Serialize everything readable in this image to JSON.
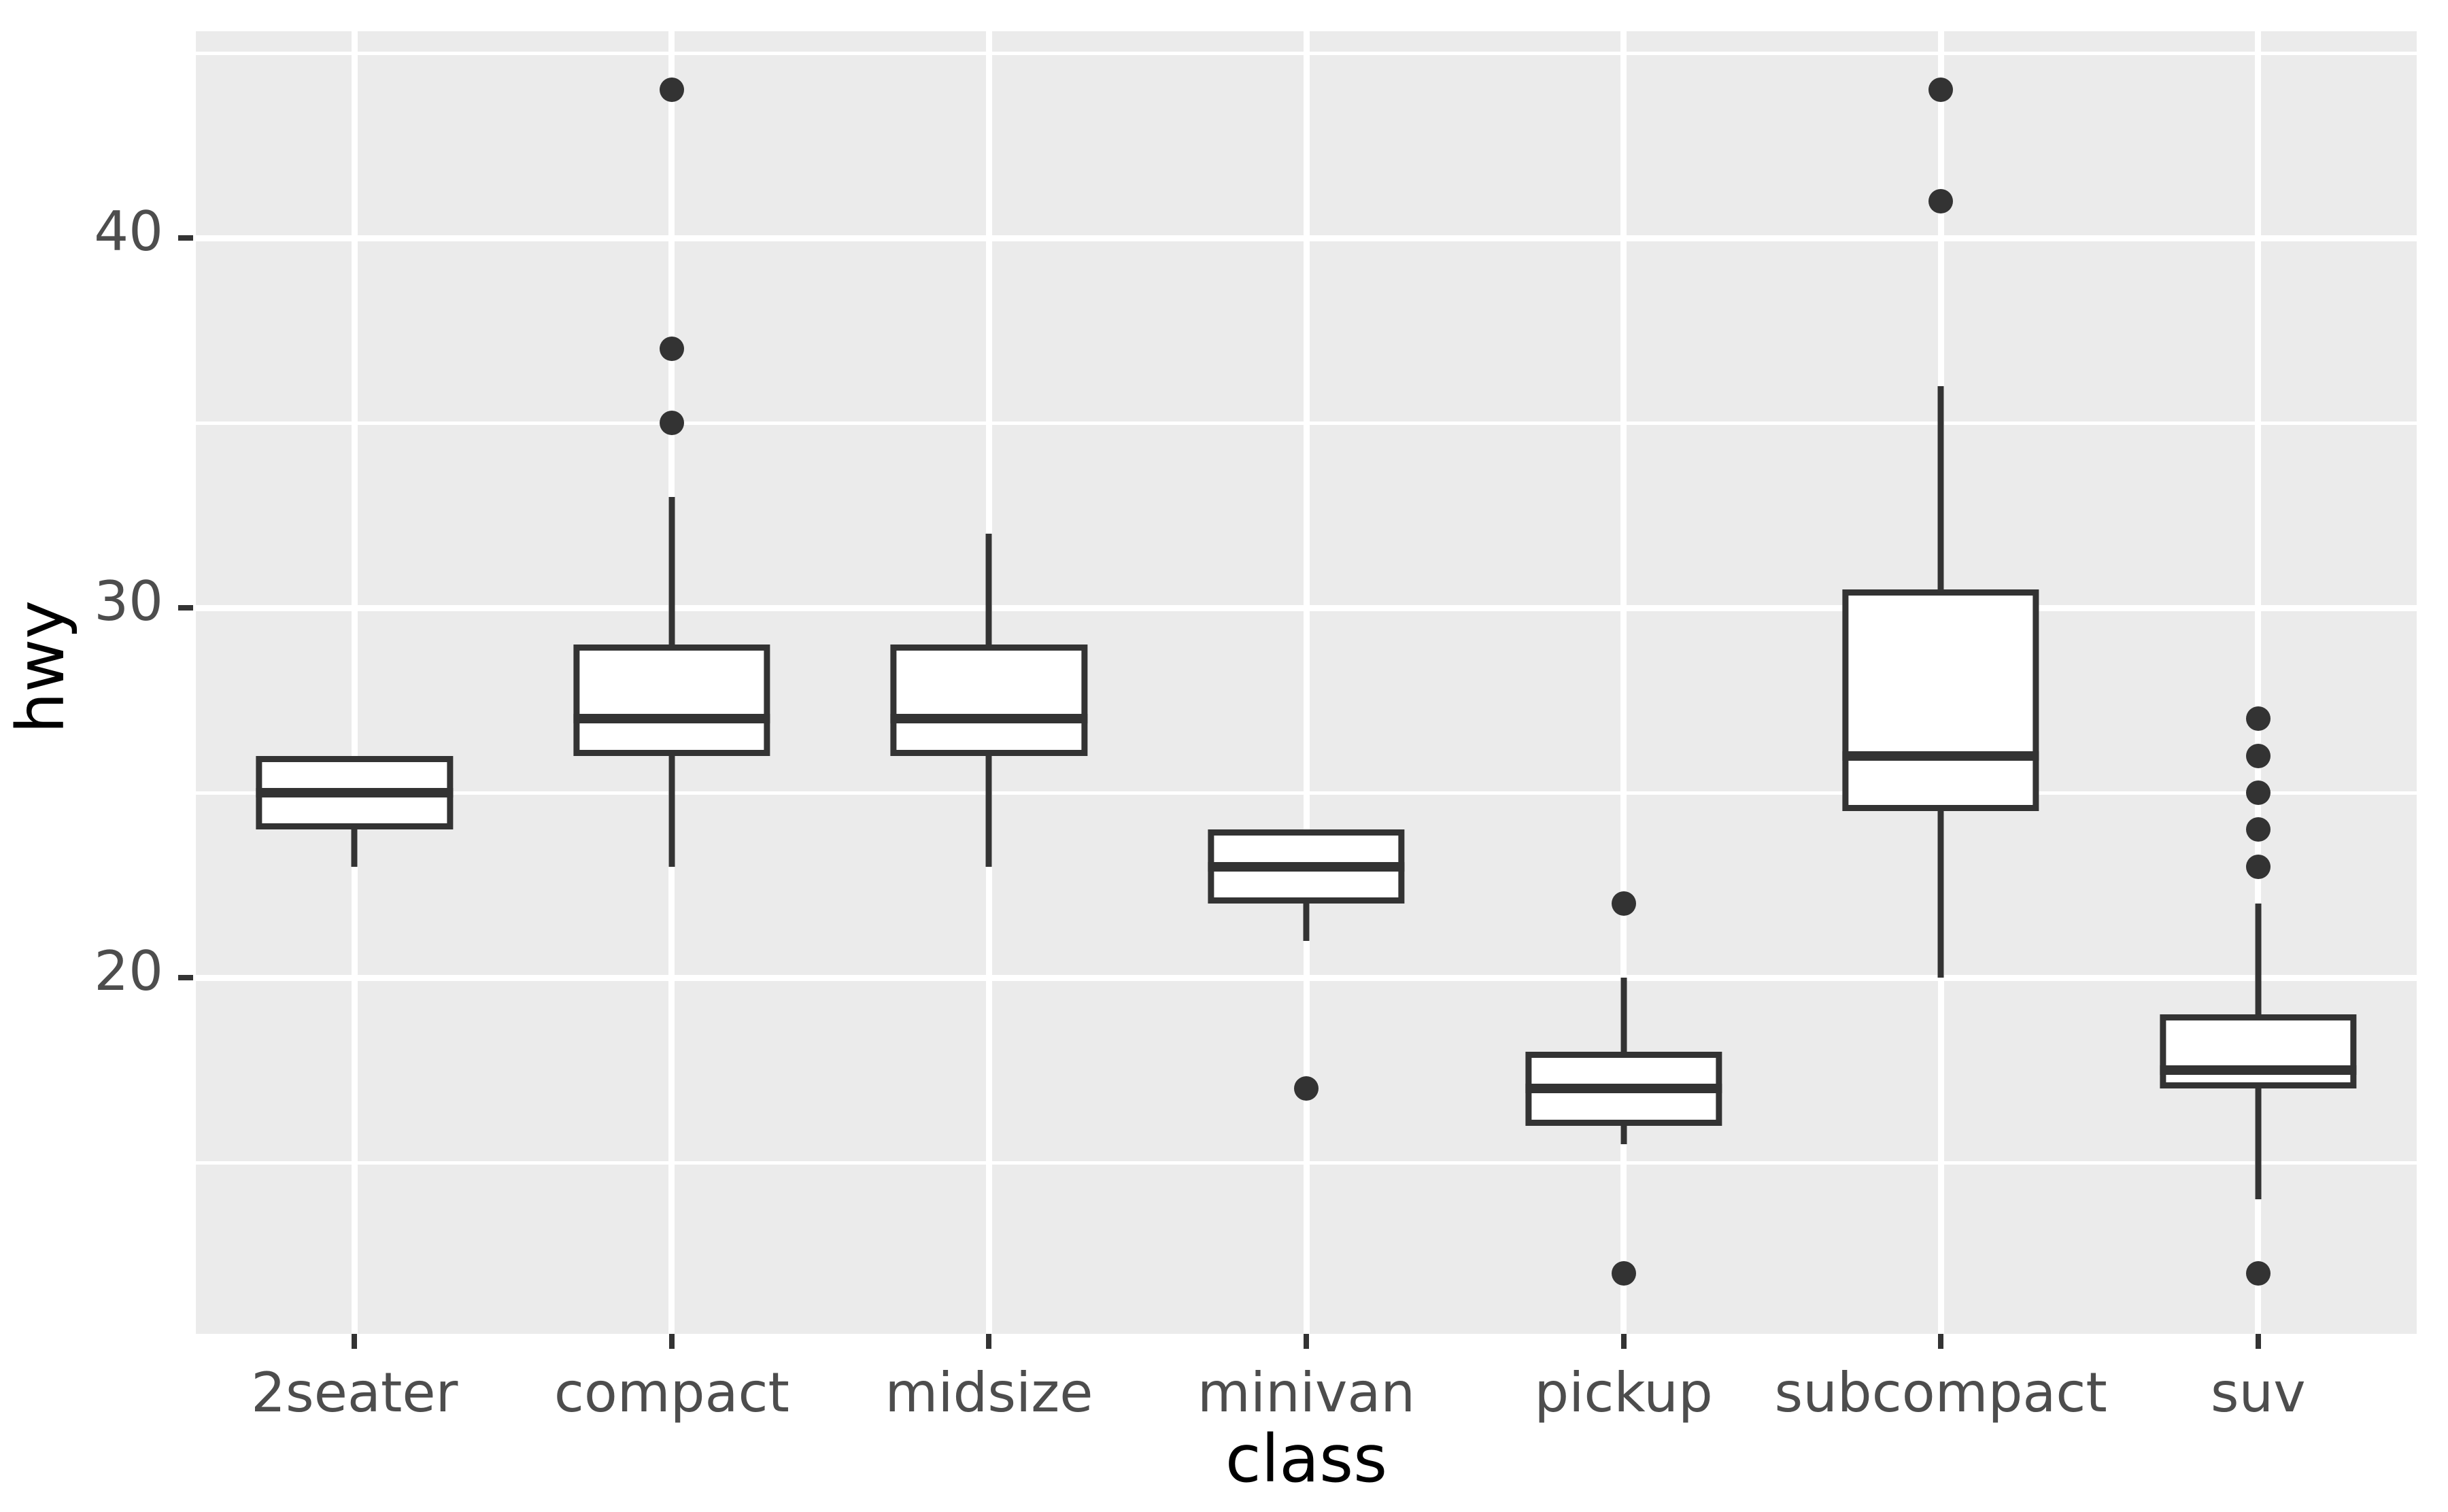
{
  "chart_data": {
    "type": "box",
    "title": "",
    "xlabel": "class",
    "ylabel": "hwy",
    "categories": [
      "2seater",
      "compact",
      "midsize",
      "minivan",
      "pickup",
      "subcompact",
      "suv"
    ],
    "ylim": [
      11.3,
      46.5
    ],
    "y_ticks": [
      20,
      30,
      40
    ],
    "y_tick_labels": [
      "20",
      "30",
      "40"
    ],
    "y_minor_ticks": [
      15,
      25,
      35,
      45
    ],
    "grid": true,
    "legend": "none",
    "boxes": [
      {
        "category": "2seater",
        "whisker_low": 23,
        "q1": 24,
        "median": 25,
        "q3": 26,
        "whisker_high": 26,
        "outliers": []
      },
      {
        "category": "compact",
        "whisker_low": 23,
        "q1": 26,
        "median": 27,
        "q3": 29,
        "whisker_high": 33,
        "outliers": [
          44,
          37,
          35
        ]
      },
      {
        "category": "midsize",
        "whisker_low": 23,
        "q1": 26,
        "median": 27,
        "q3": 29,
        "whisker_high": 32,
        "outliers": []
      },
      {
        "category": "minivan",
        "whisker_low": 21,
        "q1": 22,
        "median": 23,
        "q3": 24,
        "whisker_high": 24,
        "outliers": [
          17
        ]
      },
      {
        "category": "pickup",
        "whisker_low": 15.5,
        "q1": 16,
        "median": 17,
        "q3": 18,
        "whisker_high": 20,
        "outliers": [
          22,
          12
        ]
      },
      {
        "category": "subcompact",
        "whisker_low": 20,
        "q1": 24.5,
        "median": 26,
        "q3": 30.5,
        "whisker_high": 36,
        "outliers": [
          44,
          41
        ]
      },
      {
        "category": "suv",
        "whisker_low": 14,
        "q1": 17,
        "median": 17.5,
        "q3": 19,
        "whisker_high": 22,
        "outliers": [
          27,
          26,
          25,
          24,
          23,
          12
        ]
      }
    ],
    "colors": {
      "panel_background": "#ebebeb",
      "grid": "#ffffff",
      "box_line": "#333333",
      "box_fill": "#ffffff",
      "outlier": "#333333",
      "tick_label": "#4d4d4d",
      "axis_title": "#000000",
      "plot_background": "#ffffff"
    }
  }
}
